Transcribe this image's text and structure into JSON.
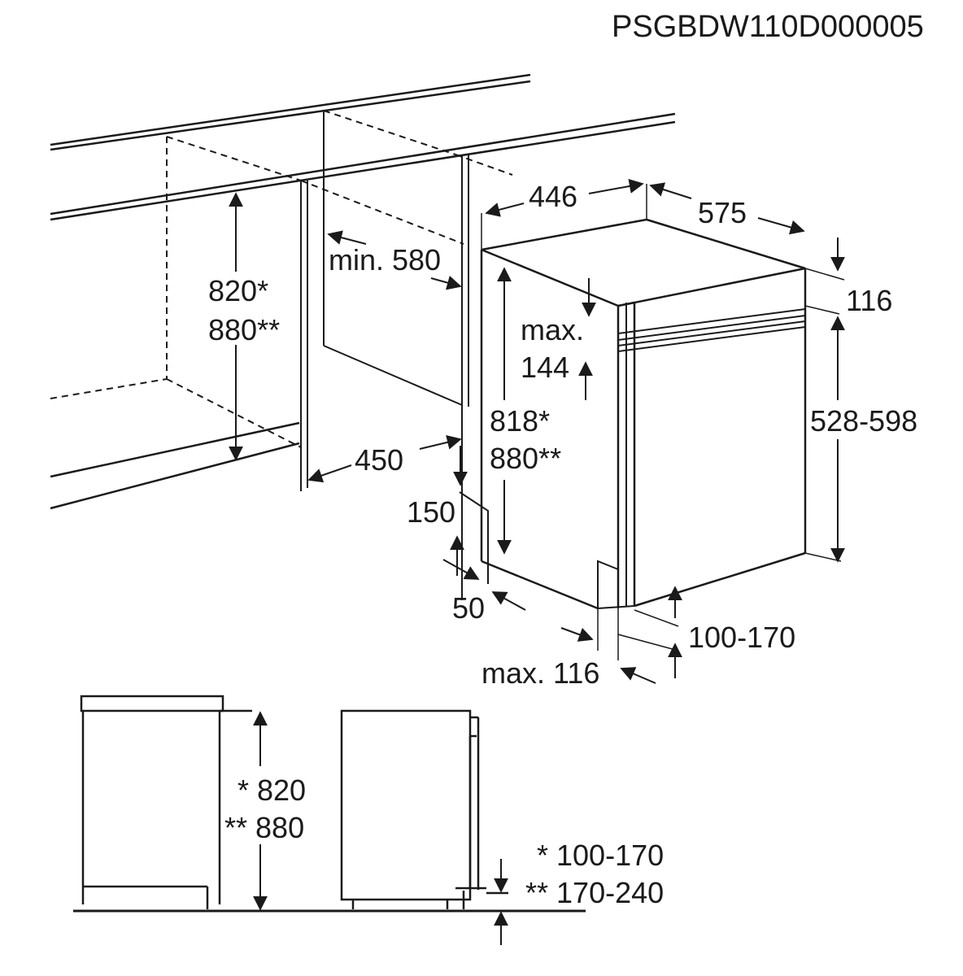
{
  "document_code": "PSGBDW110D000005",
  "top_view": {
    "cabinet_height_star": "820*",
    "cabinet_height_double_star": "880**",
    "opening_depth": "min. 580",
    "opening_width": "450",
    "appliance_width": "446",
    "appliance_depth": "575",
    "top_offset": "116",
    "panel_gap_max": "max.",
    "panel_gap_value": "144",
    "door_panel_height": "528-598",
    "appliance_height_star": "818*",
    "appliance_height_double_star": "880**",
    "plinth_height": "150",
    "plinth_depth": "50",
    "plinth_range": "100-170",
    "max_depth": "max. 116"
  },
  "bottom_view": {
    "height_star": "* 820",
    "height_double_star": "** 880",
    "plinth_star": "* 100-170",
    "plinth_double_star": "** 170-240"
  },
  "colors": {
    "line": "#1a1a1a",
    "background": "#ffffff"
  }
}
